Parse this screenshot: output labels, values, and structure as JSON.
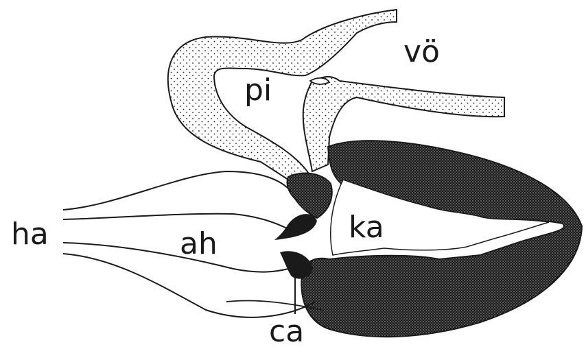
{
  "labels": {
    "vo": "vö",
    "pi": "pi",
    "ka": "ka",
    "ha": "ha",
    "ah": "ah",
    "ca": "ca"
  },
  "colors": {
    "ink": "#1a1a1a",
    "paper": "#ffffff"
  }
}
